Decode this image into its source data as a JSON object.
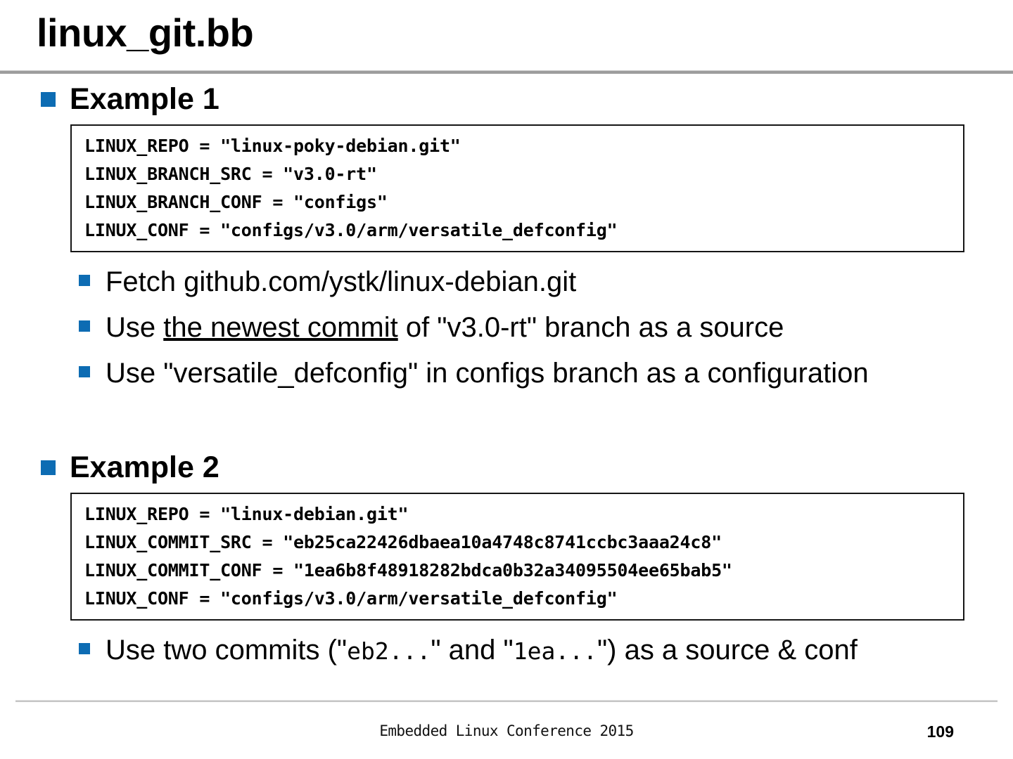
{
  "slide": {
    "title": "linux_git.bb",
    "accent_color": "#0d6cb3",
    "rule_color": "#9d9d9d"
  },
  "sections": [
    {
      "heading": "Example 1",
      "code_lines": [
        "LINUX_REPO = \"linux-poky-debian.git\"",
        "LINUX_BRANCH_SRC = \"v3.0-rt\"",
        "LINUX_BRANCH_CONF = \"configs\"",
        "LINUX_CONF = \"configs/v3.0/arm/versatile_defconfig\""
      ],
      "bullets": [
        {
          "prefix": "Fetch github.com/ystk/linux-debian.git",
          "underline": "",
          "suffix": ""
        },
        {
          "prefix": "Use ",
          "underline": "the newest commit",
          "suffix": " of \"v3.0-rt\" branch as a source"
        },
        {
          "prefix": "Use \"versatile_defconfig\" in configs branch as a configuration",
          "underline": "",
          "suffix": ""
        }
      ]
    },
    {
      "heading": "Example 2",
      "code_lines": [
        "LINUX_REPO = \"linux-debian.git\"",
        "LINUX_COMMIT_SRC = \"eb25ca22426dbaea10a4748c8741ccbc3aaa24c8\"",
        "LINUX_COMMIT_CONF = \"1ea6b8f48918282bdca0b32a34095504ee65bab5\"",
        "LINUX_CONF = \"configs/v3.0/arm/versatile_defconfig\""
      ],
      "bullets": [
        {
          "part1": "Use two commits (\"",
          "mono1": "eb2...",
          "part2": "\" and \"",
          "mono2": "1ea...",
          "part3": "\") as a source & conf"
        }
      ]
    }
  ],
  "footer": {
    "center": "Embedded Linux Conference 2015",
    "page_number": "109"
  }
}
